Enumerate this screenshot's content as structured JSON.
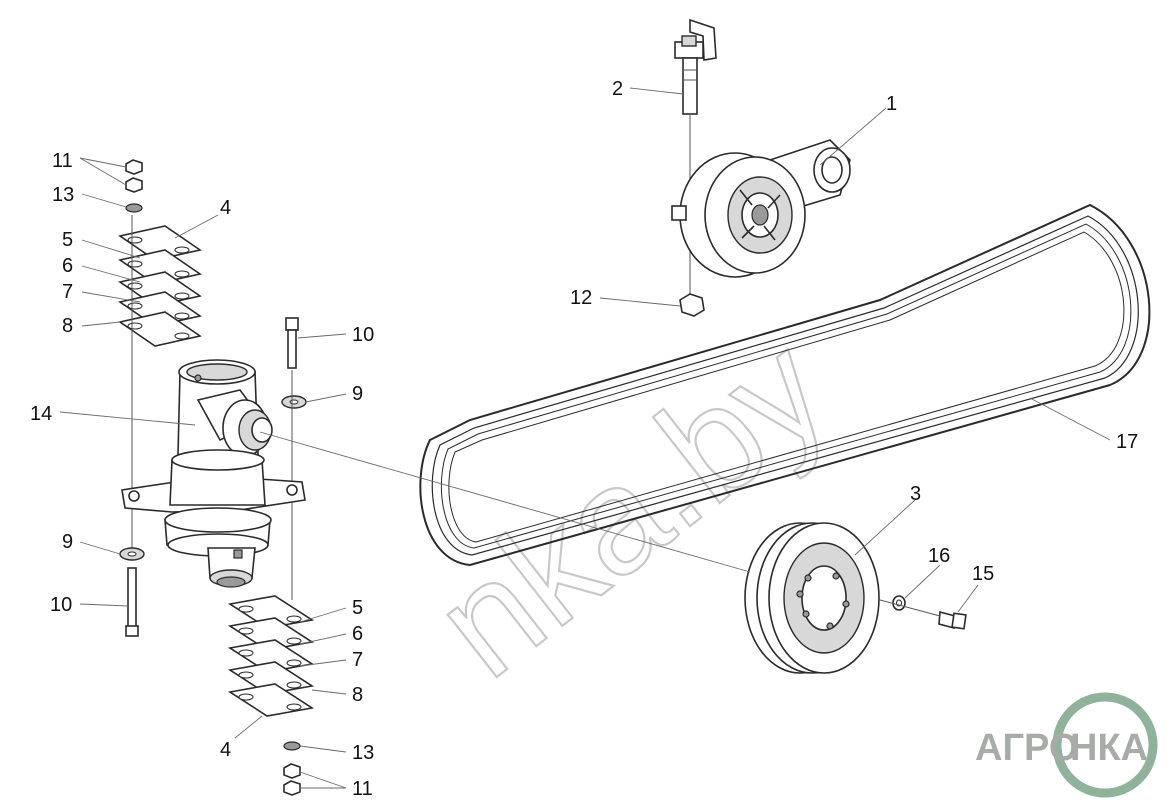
{
  "watermark": "nka.by",
  "logo": {
    "left": "АГРО",
    "right": "НКА",
    "ring_color": "#8fb39a",
    "text_color": "#a8aca9"
  },
  "callouts": {
    "c1": "1",
    "c2": "2",
    "c3": "3",
    "c4a": "4",
    "c5a": "5",
    "c6a": "6",
    "c7a": "7",
    "c8a": "8",
    "c9a": "9",
    "c10a": "10",
    "c11a": "11",
    "c13a": "13",
    "c9b": "9",
    "c10b": "10",
    "c5b": "5",
    "c6b": "6",
    "c7b": "7",
    "c8b": "8",
    "c4b": "4",
    "c13b": "13",
    "c11b": "11",
    "c12": "12",
    "c14": "14",
    "c15": "15",
    "c16": "16",
    "c17": "17"
  }
}
